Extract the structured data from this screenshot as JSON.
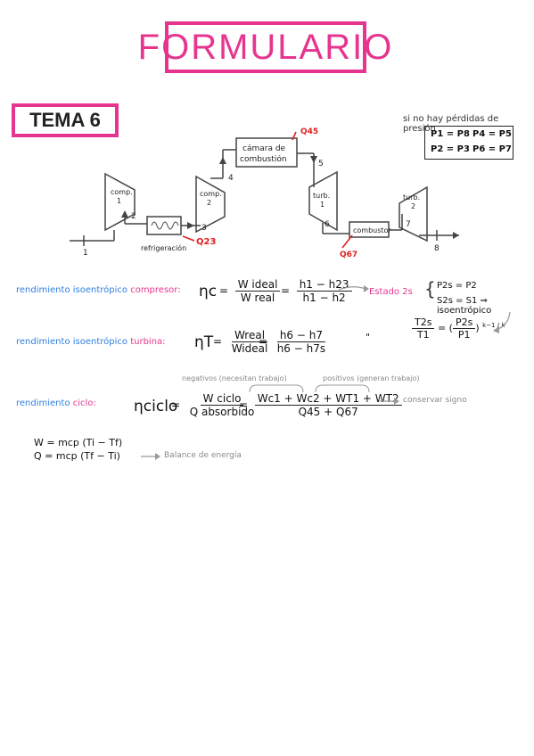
{
  "header": {
    "title": "FORMULARIO",
    "section": "TEMA 6"
  },
  "diagram": {
    "comp1": [
      "comp.",
      "1"
    ],
    "comp2": [
      "comp.",
      "2"
    ],
    "turb1": [
      "turb.",
      "1"
    ],
    "turb2": [
      "turb.",
      "2"
    ],
    "camara": [
      "cámara de",
      "combustión"
    ],
    "combustor": "combustor",
    "refrigeracion": "refrigeración",
    "q23": "Q23",
    "q45": "Q45",
    "q67": "Q67",
    "states": [
      "1",
      "2",
      "3",
      "4",
      "5",
      "6",
      "7",
      "8"
    ]
  },
  "pressure_note": {
    "title": "si no hay pérdidas de presión",
    "eqs": [
      "P1 = P8",
      "P4 = P5",
      "P2 = P3",
      "P6 = P7"
    ]
  },
  "eq_compresor": {
    "label_a": "rendimiento isoentrópico",
    "label_b": "compresor:",
    "symbol": "ηc",
    "num1": "W ideal",
    "den1": "W real",
    "num2": "h1 − h23",
    "den2": "h1 − h2",
    "estado_label": "Estado 2s",
    "estado_eq1": "P2s = P2",
    "estado_eq2": "S2s = S1 ⇒ isoentrópico"
  },
  "iso_relation": {
    "num": "T2s",
    "den": "T1",
    "pnum": "P2s",
    "pden": "P1",
    "exp": "k−1 / k"
  },
  "eq_turbina": {
    "label_a": "rendimiento isoentrópico",
    "label_b": "turbina:",
    "symbol": "ηT",
    "num1": "Wreal",
    "den1": "Wideal",
    "num2": "h6 − h7",
    "den2": "h6 − h7s",
    "ditto": "\""
  },
  "eq_ciclo": {
    "label_a": "rendimiento",
    "label_b": "ciclo:",
    "symbol": "ηciclo",
    "num1": "W ciclo",
    "den1": "Q absorbido",
    "note_neg": "negativos (necesitan trabajo)",
    "note_pos": "positivos (generan trabajo)",
    "num2": "Wc1 + Wc2 + WT1 + WT2",
    "den2": "Q45 + Q67",
    "side_note": "conservar signo"
  },
  "balance": {
    "line1": "W = mcp (Ti − Tf)",
    "line2": "Q = mcp (Tf − Ti)",
    "note": "Balance de energía"
  }
}
